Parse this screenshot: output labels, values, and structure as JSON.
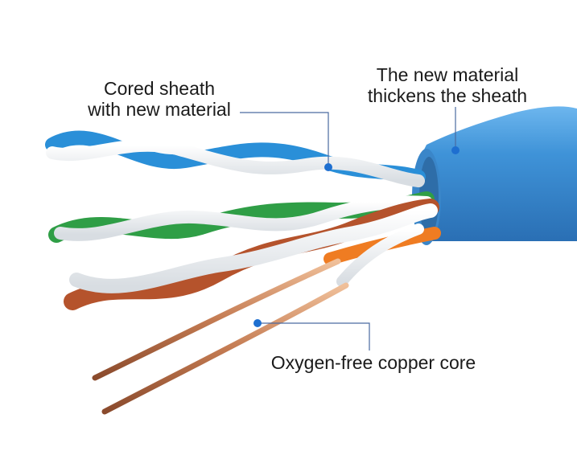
{
  "annotations": {
    "sheath": {
      "line1": "Cored sheath",
      "line2": "with new material"
    },
    "thickens": {
      "line1": "The new material",
      "line2": "thickens the sheath"
    },
    "copper": {
      "text": "Oxygen-free copper core"
    }
  },
  "colors": {
    "jacket": "#3f8fd4",
    "blue_pair": "#2a8fd8",
    "green_pair": "#2f9e46",
    "brown_pair": "#b5532c",
    "orange_pair": "#ef7c22",
    "copper": "#c9825a",
    "marker": "#1e6fd0",
    "leader": "#4a6aa0"
  }
}
